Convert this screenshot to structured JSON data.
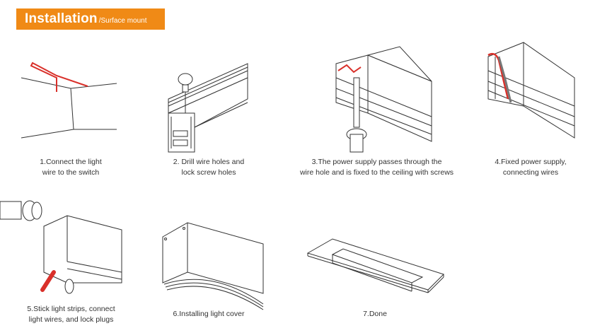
{
  "header": {
    "title": "Installation",
    "subtitle": "/Surface mount"
  },
  "steps": [
    {
      "line1": "1.Connect the light",
      "line2": "wire to the switch"
    },
    {
      "line1": "2. Drill wire holes and",
      "line2": "lock screw holes"
    },
    {
      "line1": "3.The power supply passes through the",
      "line2": "wire hole and is fixed to the ceiling with screws"
    },
    {
      "line1": "4.Fixed power supply,",
      "line2": "connecting wires"
    },
    {
      "line1": "5.Stick light strips, connect",
      "line2": "light wires, and lock plugs"
    },
    {
      "line1": "6.Installing light cover",
      "line2": ""
    },
    {
      "line1": "7.Done",
      "line2": ""
    }
  ],
  "colors": {
    "accent": "#f08a16",
    "wire": "#d9302a",
    "line": "#333333"
  }
}
